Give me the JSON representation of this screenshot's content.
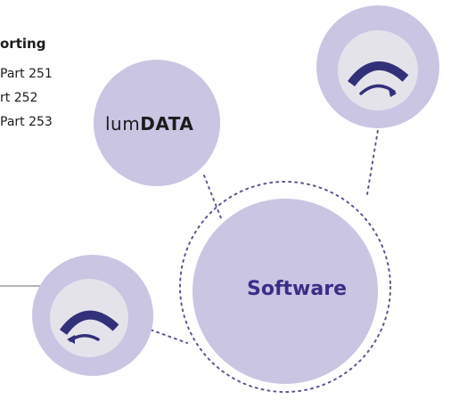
{
  "reporting": {
    "title": "orting",
    "lines": [
      "Part 251",
      "rt 252",
      "Part 253"
    ]
  },
  "logo": {
    "prefix": "lum",
    "emphasis": "DATA"
  },
  "center": {
    "label": "Software"
  },
  "colors": {
    "circle_fill": "#cbc5e4",
    "inner_fill": "#e4e3ea",
    "arc_color": "#33307a",
    "dotted_line": "#5d578f",
    "label_color": "#3a2f86"
  },
  "icons": {
    "top_right": "sync-arc-icon",
    "bottom_left": "sync-arc-icon"
  }
}
